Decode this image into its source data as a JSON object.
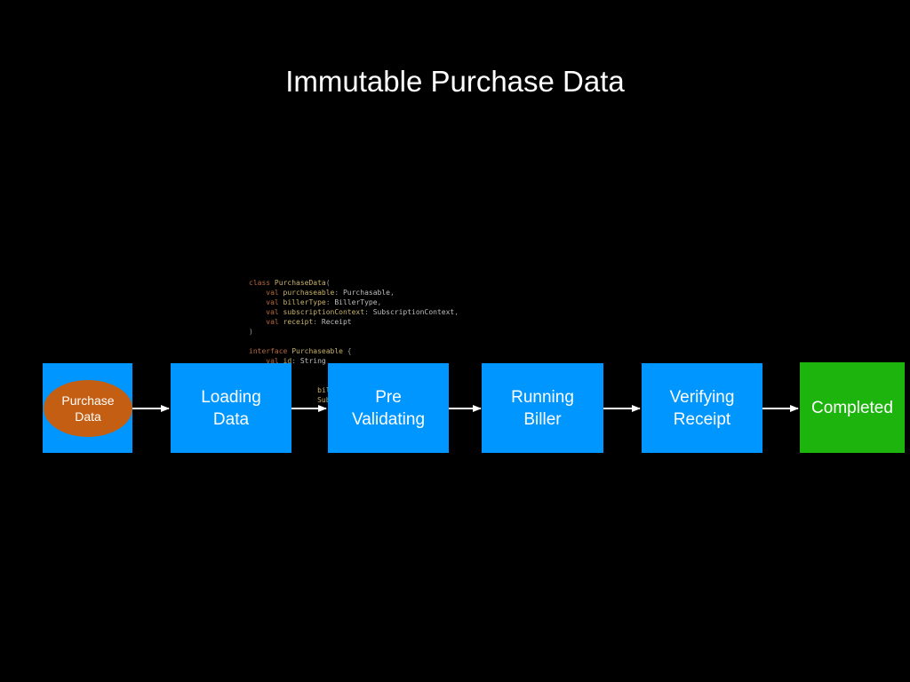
{
  "title": "Immutable Purchase Data",
  "code_lines": [
    [
      {
        "t": "class",
        "c": "kw"
      },
      {
        "t": " "
      },
      {
        "t": "PurchaseData",
        "c": "nm"
      },
      {
        "t": "("
      }
    ],
    [
      {
        "t": "    "
      },
      {
        "t": "val",
        "c": "kw"
      },
      {
        "t": " "
      },
      {
        "t": "purchaseable",
        "c": "nm"
      },
      {
        "t": ": "
      },
      {
        "t": "Purchasable",
        "c": "ty"
      },
      {
        "t": ","
      }
    ],
    [
      {
        "t": "    "
      },
      {
        "t": "val",
        "c": "kw"
      },
      {
        "t": " "
      },
      {
        "t": "billerType",
        "c": "nm"
      },
      {
        "t": ": "
      },
      {
        "t": "BillerType",
        "c": "ty"
      },
      {
        "t": ","
      }
    ],
    [
      {
        "t": "    "
      },
      {
        "t": "val",
        "c": "kw"
      },
      {
        "t": " "
      },
      {
        "t": "subscriptionContext",
        "c": "nm"
      },
      {
        "t": ": "
      },
      {
        "t": "SubscriptionContext",
        "c": "ty"
      },
      {
        "t": ","
      }
    ],
    [
      {
        "t": "    "
      },
      {
        "t": "val",
        "c": "kw"
      },
      {
        "t": " "
      },
      {
        "t": "receipt",
        "c": "nm"
      },
      {
        "t": ": "
      },
      {
        "t": "Receipt",
        "c": "ty"
      }
    ],
    [
      {
        "t": ")"
      }
    ],
    [
      {
        "t": ""
      }
    ],
    [
      {
        "t": "interface",
        "c": "kw"
      },
      {
        "t": " "
      },
      {
        "t": "Purchaseable",
        "c": "nm"
      },
      {
        "t": " {"
      }
    ],
    [
      {
        "t": "    "
      },
      {
        "t": "val",
        "c": "kw"
      },
      {
        "t": " "
      },
      {
        "t": "id",
        "c": "nm"
      },
      {
        "t": ": "
      },
      {
        "t": "String",
        "c": "ty"
      }
    ],
    [
      {
        "t": ""
      }
    ],
    [
      {
        "t": ""
      }
    ],
    [
      {
        "t": "                "
      },
      {
        "t": "billerTyp",
        "c": "nm"
      }
    ],
    [
      {
        "t": "                "
      },
      {
        "t": "Subscri",
        "c": "nm"
      }
    ]
  ],
  "nodes": {
    "purchase_data": "Purchase\nData",
    "loading_data": "Loading\nData",
    "pre_validating": "Pre\nValidating",
    "running_biller": "Running\nBiller",
    "verifying_receipt": "Verifying\nReceipt",
    "completed": "Completed"
  },
  "colors": {
    "background": "#000000",
    "state_box": "#0096ff",
    "completed_box": "#1eb40e",
    "purchase_data_ellipse": "#c45e12",
    "arrow": "#ffffff"
  }
}
